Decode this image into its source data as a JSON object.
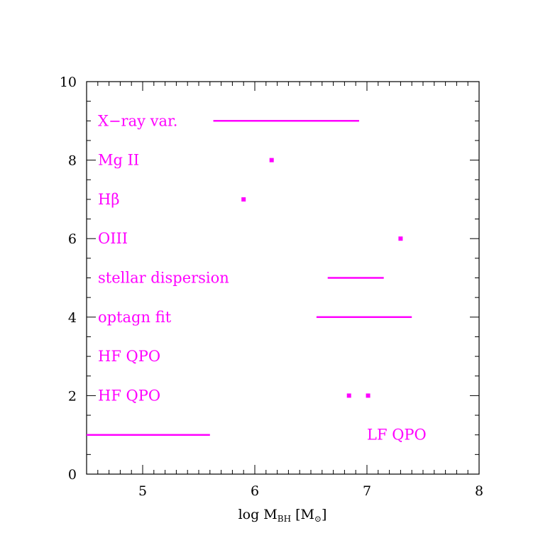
{
  "chart_data": {
    "type": "scatter",
    "title": "",
    "xlabel": {
      "main": "log M",
      "sub": "BH",
      "unit": "[M",
      "unit_sym": "⊙",
      "unit_close": "]"
    },
    "ylabel": "",
    "xlim": [
      4.5,
      8.0
    ],
    "ylim": [
      0,
      10
    ],
    "x_ticks": [
      5,
      6,
      7,
      8
    ],
    "x_tick_labels": [
      "5",
      "6",
      "7",
      "8"
    ],
    "y_ticks": [
      0,
      2,
      4,
      6,
      8,
      10
    ],
    "y_tick_labels": [
      "0",
      "2",
      "4",
      "6",
      "8",
      "10"
    ],
    "grid": false,
    "color": "#ff00ff",
    "methods": [
      {
        "label": "X−ray var.",
        "y": 9,
        "range": [
          5.63,
          6.93
        ]
      },
      {
        "label": "Mg II",
        "y": 8,
        "points": [
          6.15
        ]
      },
      {
        "label": "Hβ",
        "y": 7,
        "points": [
          5.9
        ]
      },
      {
        "label": "OIII",
        "y": 6,
        "points": [
          7.3
        ]
      },
      {
        "label": "stellar dispersion",
        "y": 5,
        "range": [
          6.65,
          7.15
        ]
      },
      {
        "label": "optagn fit",
        "y": 4,
        "range": [
          6.55,
          7.4
        ]
      },
      {
        "label": "HF QPO",
        "y": 3
      },
      {
        "label": "HF QPO",
        "y": 2,
        "points": [
          6.84,
          7.01
        ]
      },
      {
        "label": "LF QPO",
        "y": 1,
        "range": [
          4.5,
          5.6
        ],
        "label_x": 7.0,
        "label_align": "start"
      }
    ]
  }
}
